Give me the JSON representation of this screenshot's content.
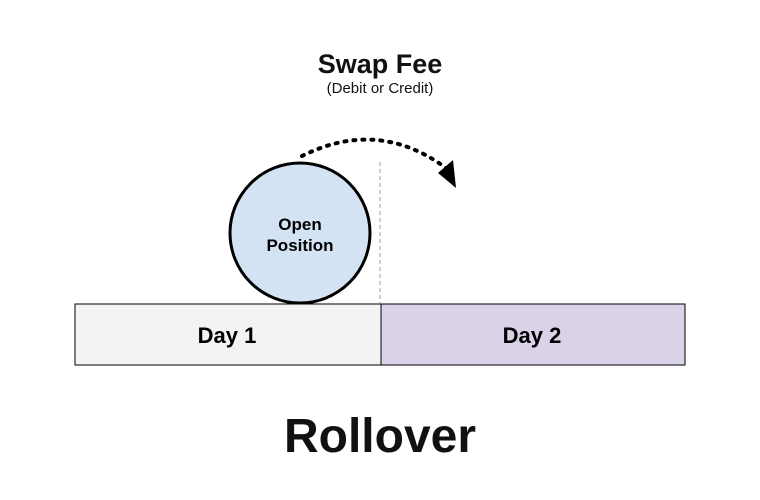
{
  "header": {
    "title": "Swap Fee",
    "subtitle": "(Debit or Credit)"
  },
  "position": {
    "line1": "Open",
    "line2": "Position",
    "fill_color": "#d3e3f3"
  },
  "days": [
    {
      "label": "Day 1",
      "fill_color": "#f3f3f3"
    },
    {
      "label": "Day 2",
      "fill_color": "#d9d2e9"
    }
  ],
  "footer": {
    "label": "Rollover"
  }
}
